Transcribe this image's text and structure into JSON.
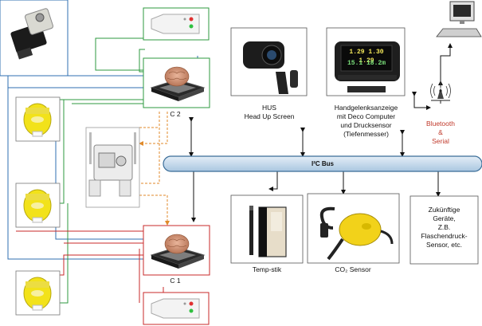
{
  "labels": {
    "c2": "C 2",
    "c1": "C 1",
    "hus_line1": "HUS",
    "hus_line2": "Head Up Screen",
    "wrist_line1": "Handgelenksanzeige",
    "wrist_line2": "mit Deco Computer",
    "wrist_line3": "und Drucksensor",
    "wrist_line4": "(Tiefenmesser)",
    "bt_line1": "Bluetooth",
    "bt_line2": "&",
    "bt_line3": "Serial",
    "bus": "I²C Bus",
    "temp": "Temp-stik",
    "co2": "CO₂ Sensor",
    "future_line1": "Zukünftige",
    "future_line2": "Geräte,",
    "future_line3": "Z.B.",
    "future_line4": "Flaschendruck-",
    "future_line5": "Sensor, etc."
  },
  "wrist_display": {
    "row1": "1.29 1.30 1.29",
    "row2": "15.1 18.2m"
  },
  "colors": {
    "blue": "#2f6fb0",
    "green": "#2e9a3f",
    "red": "#c8282a",
    "orange": "#e08a2a",
    "bus_fill": "#c9ddee",
    "bus_stroke": "#3a6d98",
    "sensor_yellow": "#f2e21a"
  },
  "icons": [
    "solenoid-icon",
    "oxygen-sensor-icon",
    "controller-chip-icon",
    "hud-icon",
    "wrist-computer-icon",
    "computer-icon",
    "antenna-icon",
    "temp-stick-icon",
    "co2-sensor-icon",
    "battery-module-icon",
    "led-indicator-icon"
  ]
}
